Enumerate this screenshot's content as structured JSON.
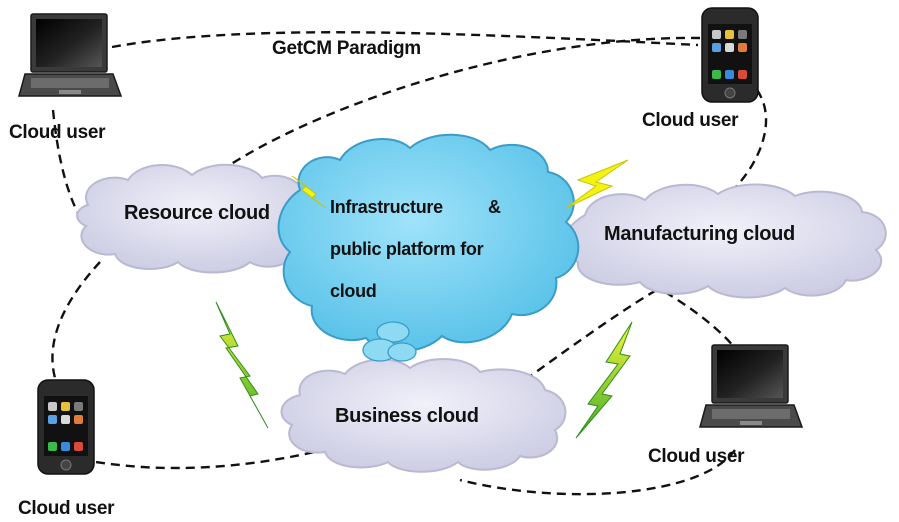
{
  "title": "GetCM Paradigm",
  "clouds": {
    "resource": "Resource cloud",
    "center_line1": "Infrastructure",
    "center_amp": "&",
    "center_line2": "public platform for",
    "center_line3": "cloud",
    "manufacturing": "Manufacturing cloud",
    "business": "Business cloud"
  },
  "users": {
    "top_left": "Cloud user",
    "top_right": "Cloud user",
    "bottom_left": "Cloud user",
    "bottom_right": "Cloud user"
  },
  "colors": {
    "side_cloud_fill": "#dcdcef",
    "side_cloud_stroke": "#b9b9d2",
    "center_cloud_fill": "#74d0f0",
    "center_cloud_stroke": "#3a9cc8",
    "lightning": "#f4f215",
    "lightning_green": "#4caf26",
    "device_body": "#2b2b2b",
    "dashed_line": "#111111"
  },
  "icons": {
    "laptop": "laptop-icon",
    "phone": "smartphone-icon",
    "lightning": "lightning-bolt-icon"
  }
}
